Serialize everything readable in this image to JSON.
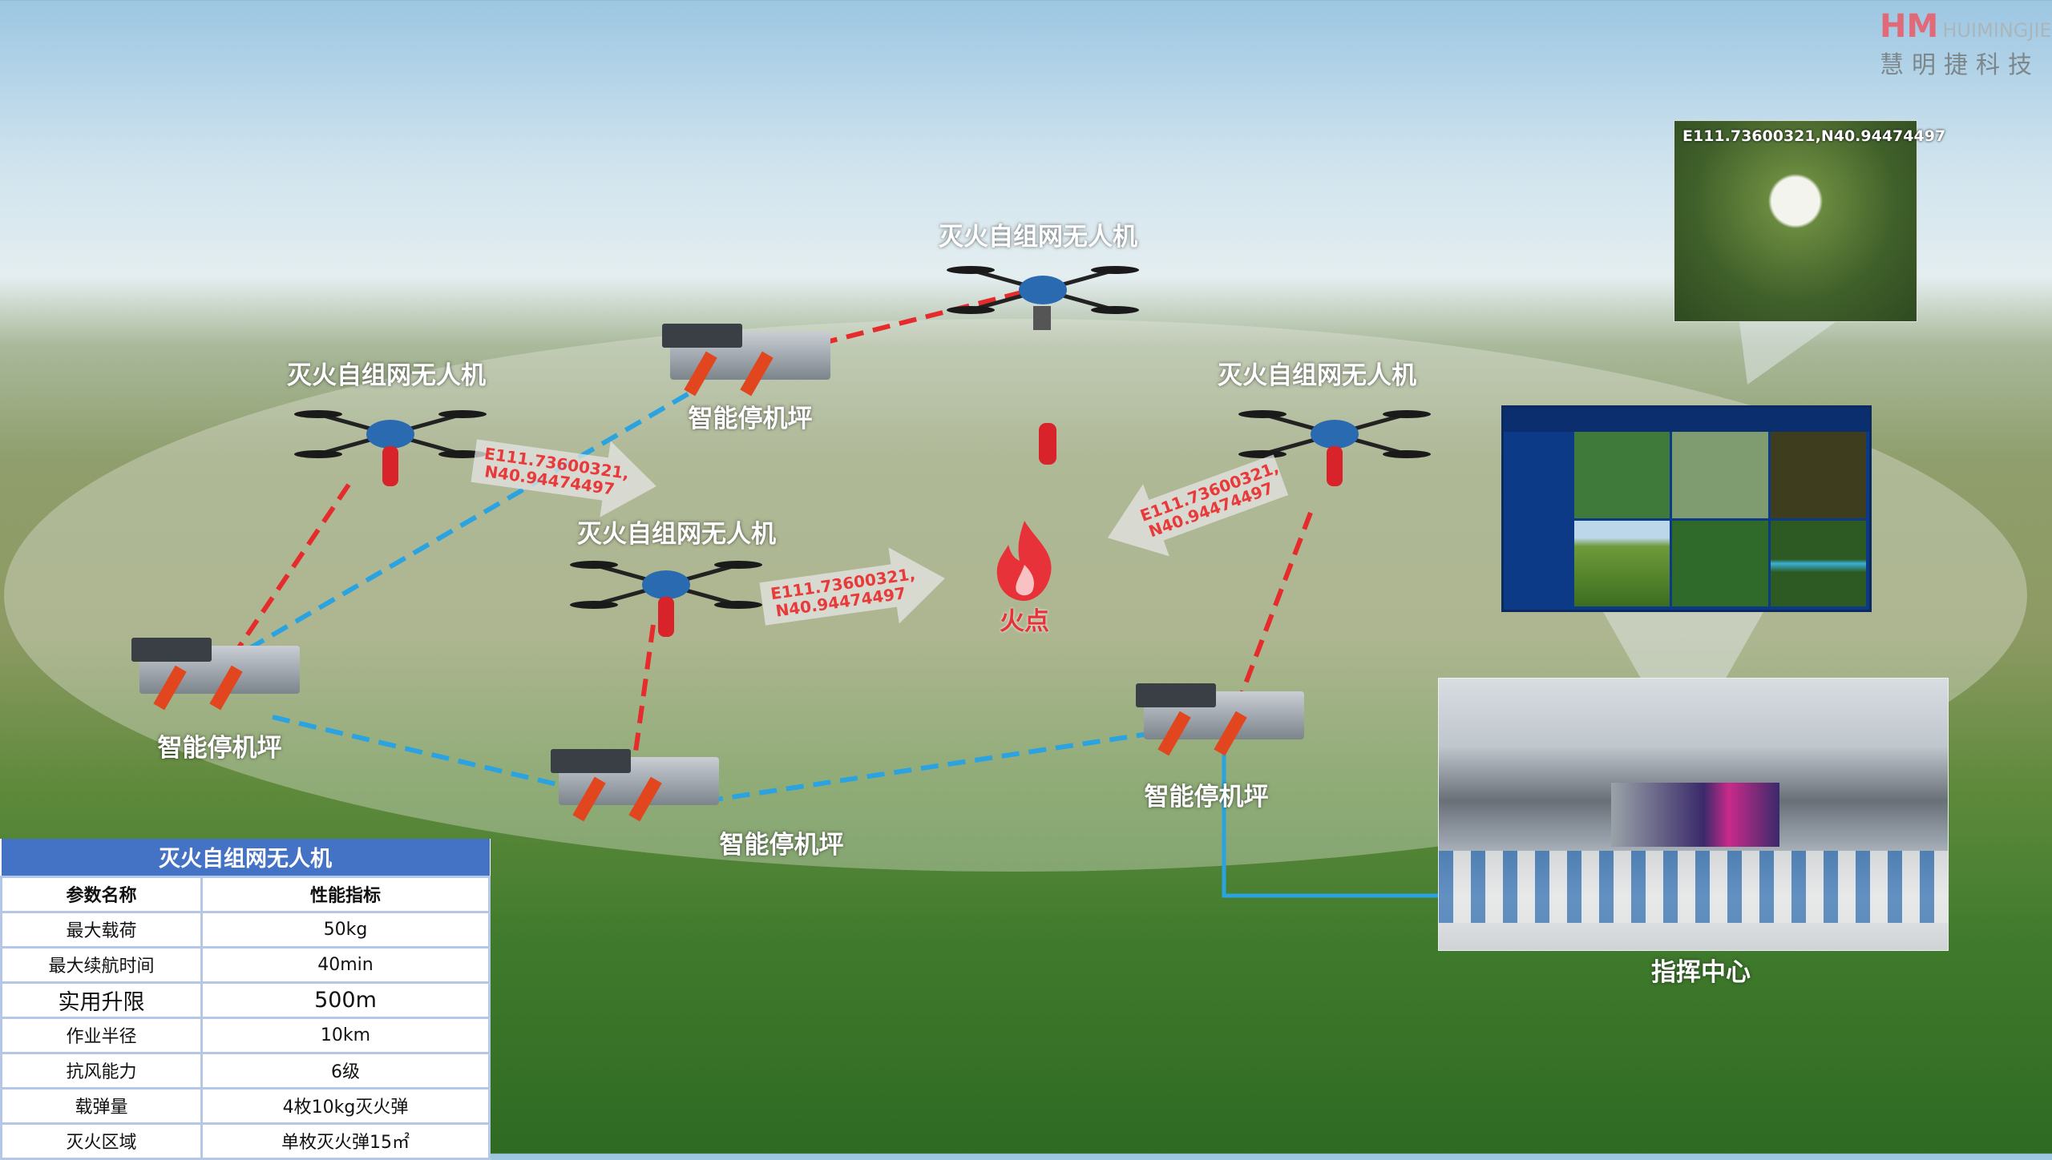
{
  "logo": {
    "mark": "HM",
    "brand": "HUIMINGJIE",
    "cn": "慧明捷科技",
    "color": "#e06a78"
  },
  "drone_label": "灭火自组网无人机",
  "pad_label": "智能停机坪",
  "fire_label": "火点",
  "coordinate": "E111.73600321,N40.94474497",
  "coordinate_wrapped": [
    "E111.73600321,",
    "N40.94474497"
  ],
  "command_center": "指挥中心",
  "colors": {
    "link_red": "#e52b2b",
    "link_blue": "#2aa3e0",
    "table_header": "#4472c4",
    "table_border": "#b4c7e7",
    "fire": "#e8323a"
  },
  "table": {
    "title": "灭火自组网无人机",
    "headers": [
      "参数名称",
      "性能指标"
    ],
    "rows": [
      [
        "最大载荷",
        "50kg"
      ],
      [
        "最大续航时间",
        "40min"
      ],
      [
        "实用升限",
        "500m"
      ],
      [
        "作业半径",
        "10km"
      ],
      [
        "抗风能力",
        "6级"
      ],
      [
        "载弹量",
        "4枚10kg灭火弹"
      ],
      [
        "灭火区域",
        "单枚灭火弹15㎡"
      ]
    ]
  }
}
